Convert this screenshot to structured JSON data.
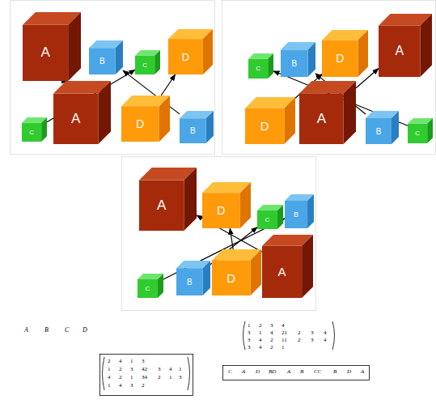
{
  "diagram": {
    "nodes": [
      {
        "text": [
          "A"
        ]
      },
      {
        "text": [
          "B"
        ]
      },
      {
        "text": [
          "C"
        ]
      },
      {
        "text": [
          "D"
        ]
      },
      {
        "text": [
          "C"
        ]
      },
      {
        "text": [
          "A"
        ]
      },
      {
        "text": [
          "D"
        ]
      },
      {
        "text": [
          "B"
        ]
      },
      {
        "text": [
          "C"
        ]
      },
      {
        "text": [
          "B"
        ]
      },
      {
        "text": [
          "D"
        ]
      },
      {
        "text": [
          "A"
        ]
      },
      {
        "text": [
          "D"
        ]
      },
      {
        "text": [
          "A"
        ]
      },
      {
        "text": [
          "B"
        ]
      },
      {
        "text": [
          "C"
        ]
      },
      {
        "text": [
          "A"
        ]
      },
      {
        "text": [
          "D"
        ]
      },
      {
        "text": [
          "C"
        ]
      },
      {
        "text": [
          "B"
        ]
      },
      {
        "text": [
          "C"
        ]
      },
      {
        "text": [
          "B"
        ]
      },
      {
        "text": [
          "D"
        ]
      },
      {
        "text": [
          "A"
        ]
      }
    ],
    "edges": [
      {
        "from": 5,
        "to": 0,
        "arrow": "to"
      },
      {
        "from": 7,
        "to": 1,
        "arrow": "to"
      },
      {
        "from": 4,
        "to": 2,
        "arrow": "to"
      },
      {
        "from": 6,
        "to": 3,
        "arrow": "to"
      },
      {
        "from": 12,
        "to": 10,
        "arrow": "to"
      },
      {
        "from": 13,
        "to": 11,
        "arrow": "to"
      },
      {
        "from": 14,
        "to": 9,
        "arrow": "to"
      },
      {
        "from": 15,
        "to": 8,
        "arrow": "to"
      },
      {
        "from": 23,
        "to": 16,
        "arrow": "to"
      },
      {
        "from": 22,
        "to": 17,
        "arrow": "to"
      },
      {
        "from": 20,
        "to": 19,
        "arrow": "to"
      },
      {
        "from": 21,
        "to": 18,
        "arrow": "to"
      }
    ],
    "labels": [
      "A",
      "B",
      "C",
      "D",
      "1",
      "2",
      "3",
      "4",
      "3",
      "1",
      "4",
      "21",
      "2",
      "3",
      "4",
      "3",
      "4",
      "2",
      "11",
      "2",
      "3",
      "4",
      "3",
      "4",
      "2",
      "1",
      "2",
      "4",
      "1",
      "3",
      "1",
      "2",
      "3",
      "42",
      "3",
      "4",
      "1",
      "4",
      "2",
      "1",
      "34",
      "2",
      "1",
      "3",
      "1",
      "4",
      "3",
      "2",
      "C",
      "A",
      "D",
      "BD",
      "A",
      "B",
      "CC",
      "B",
      "D",
      "A"
    ]
  }
}
